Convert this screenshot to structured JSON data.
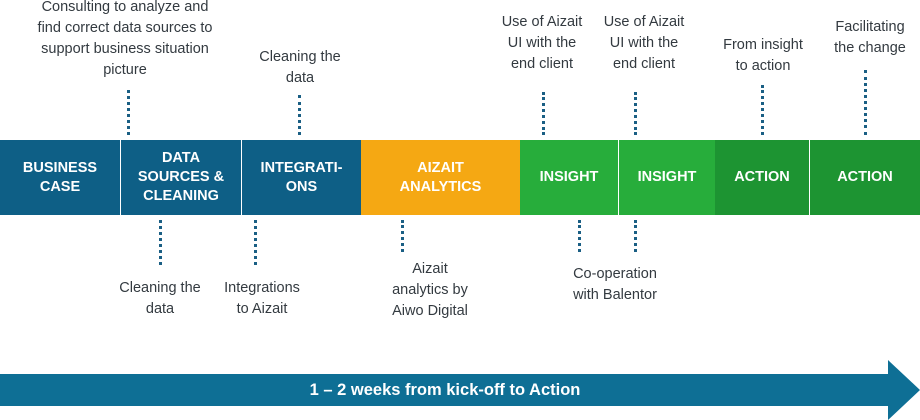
{
  "notes_above": [
    "Consulting to analyze and\nfind correct data sources to\nsupport business situation\npicture",
    "Cleaning the\ndata",
    "Use of Aizait\nUI with the\nend client",
    "Use of Aizait\nUI with the\nend client",
    "From insight\nto action",
    "Facilitating\nthe change"
  ],
  "stages": [
    "BUSINESS\nCASE",
    "DATA\nSOURCES &\nCLEANING",
    "INTEGRATI-\nONS",
    "AIZAIT\nANALYTICS",
    "INSIGHT",
    "INSIGHT",
    "ACTION",
    "ACTION"
  ],
  "notes_below": [
    "Cleaning the\ndata",
    "Integrations\nto Aizait",
    "Aizait\nanalytics by\nAiwo Digital",
    "Co-operation\nwith Balentor"
  ],
  "timeline_label": "1 – 2 weeks from kick-off to Action",
  "colors": {
    "stage_blue": "#0e5f86",
    "stage_orange": "#f5a813",
    "stage_light_green": "#27ad3b",
    "stage_dark_green": "#1d9432",
    "arrow_blue": "#0e6f95",
    "connector": "#1a5f84"
  }
}
